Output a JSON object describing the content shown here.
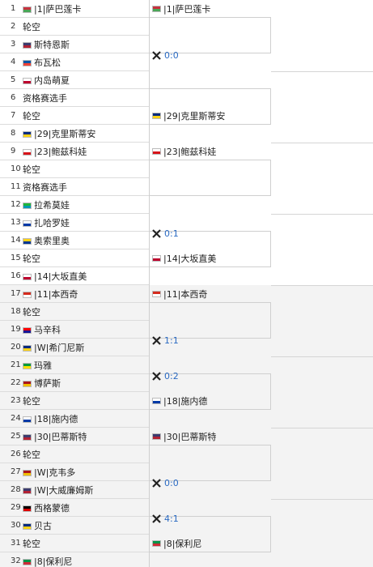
{
  "players": [
    {
      "n": "1",
      "f": "BY",
      "t": "|1|萨巴莲卡"
    },
    {
      "n": "2",
      "f": "",
      "t": "轮空"
    },
    {
      "n": "3",
      "f": "US",
      "t": "斯特恩斯"
    },
    {
      "n": "4",
      "f": "FR",
      "t": "布瓦松"
    },
    {
      "n": "5",
      "f": "JP",
      "t": "内岛萌夏"
    },
    {
      "n": "6",
      "f": "",
      "t": "资格赛选手"
    },
    {
      "n": "7",
      "f": "",
      "t": "轮空"
    },
    {
      "n": "8",
      "f": "RO",
      "t": "|29|克里斯蒂安"
    },
    {
      "n": "9",
      "f": "CZ",
      "t": "|23|鲍兹科娃"
    },
    {
      "n": "10",
      "f": "",
      "t": "轮空"
    },
    {
      "n": "11",
      "f": "",
      "t": "资格赛选手"
    },
    {
      "n": "12",
      "f": "UZ",
      "t": "拉希莫娃"
    },
    {
      "n": "13",
      "f": "RU",
      "t": "扎哈罗娃"
    },
    {
      "n": "14",
      "f": "CO",
      "t": "奥索里奥"
    },
    {
      "n": "15",
      "f": "",
      "t": "轮空"
    },
    {
      "n": "16",
      "f": "JP",
      "t": "|14|大坂直美"
    },
    {
      "n": "17",
      "f": "CH",
      "t": "|11|本西奇"
    },
    {
      "n": "18",
      "f": "",
      "t": "轮空"
    },
    {
      "n": "19",
      "f": "HR",
      "t": "马辛科"
    },
    {
      "n": "20",
      "f": "RO",
      "t": "|W|希门尼斯"
    },
    {
      "n": "21",
      "f": "BR",
      "t": "玛雅"
    },
    {
      "n": "22",
      "f": "ES",
      "t": "博萨斯"
    },
    {
      "n": "23",
      "f": "",
      "t": "轮空"
    },
    {
      "n": "24",
      "f": "RU",
      "t": "|18|施内德"
    },
    {
      "n": "25",
      "f": "US",
      "t": "|30|巴蒂斯特"
    },
    {
      "n": "26",
      "f": "",
      "t": "轮空"
    },
    {
      "n": "27",
      "f": "ES",
      "t": "|W|克韦多"
    },
    {
      "n": "28",
      "f": "US",
      "t": "|W|大威廉姆斯"
    },
    {
      "n": "29",
      "f": "DE",
      "t": "西格蒙德"
    },
    {
      "n": "30",
      "f": "RO",
      "t": "贝古"
    },
    {
      "n": "31",
      "f": "",
      "t": "轮空"
    },
    {
      "n": "32",
      "f": "IT",
      "t": "|8|保利尼"
    }
  ],
  "round2": [
    {
      "kind": "player",
      "f": "BY",
      "t": "|1|萨巴莲卡"
    },
    {
      "kind": "match",
      "score": "0:0"
    },
    {
      "kind": "empty"
    },
    {
      "kind": "player",
      "f": "RO",
      "t": "|29|克里斯蒂安"
    },
    {
      "kind": "player",
      "f": "CZ",
      "t": "|23|鲍兹科娃"
    },
    {
      "kind": "empty"
    },
    {
      "kind": "match",
      "score": "0:1"
    },
    {
      "kind": "player",
      "f": "JP",
      "t": "|14|大坂直美"
    },
    {
      "kind": "player",
      "f": "CH",
      "t": "|11|本西奇"
    },
    {
      "kind": "match",
      "score": "1:1"
    },
    {
      "kind": "match",
      "score": "0:2"
    },
    {
      "kind": "player",
      "f": "RU",
      "t": "|18|施内德"
    },
    {
      "kind": "player",
      "f": "US",
      "t": "|30|巴蒂斯特"
    },
    {
      "kind": "match",
      "score": "0:0"
    },
    {
      "kind": "match",
      "score": "4:1"
    },
    {
      "kind": "player",
      "f": "IT",
      "t": "|8|保利尼"
    }
  ],
  "flag_colors": {
    "BY": [
      "#c8313e",
      "#4aa657"
    ],
    "US": [
      "#3c3b6e",
      "#b22234"
    ],
    "FR": [
      "#0055a4",
      "#ef4135"
    ],
    "JP": [
      "#ffffff",
      "#bc002d"
    ],
    "RO": [
      "#002b7f",
      "#fcd116"
    ],
    "CZ": [
      "#ffffff",
      "#d7141a"
    ],
    "UZ": [
      "#1eb53a",
      "#0099b5"
    ],
    "RU": [
      "#ffffff",
      "#0039a6"
    ],
    "CO": [
      "#fcd116",
      "#003893"
    ],
    "CH": [
      "#d52b1e",
      "#ffffff"
    ],
    "HR": [
      "#ff0000",
      "#171796"
    ],
    "BR": [
      "#009c3b",
      "#ffdf00"
    ],
    "ES": [
      "#aa151b",
      "#f1bf00"
    ],
    "DE": [
      "#000000",
      "#dd0000"
    ],
    "IT": [
      "#009246",
      "#ce2b37"
    ]
  }
}
